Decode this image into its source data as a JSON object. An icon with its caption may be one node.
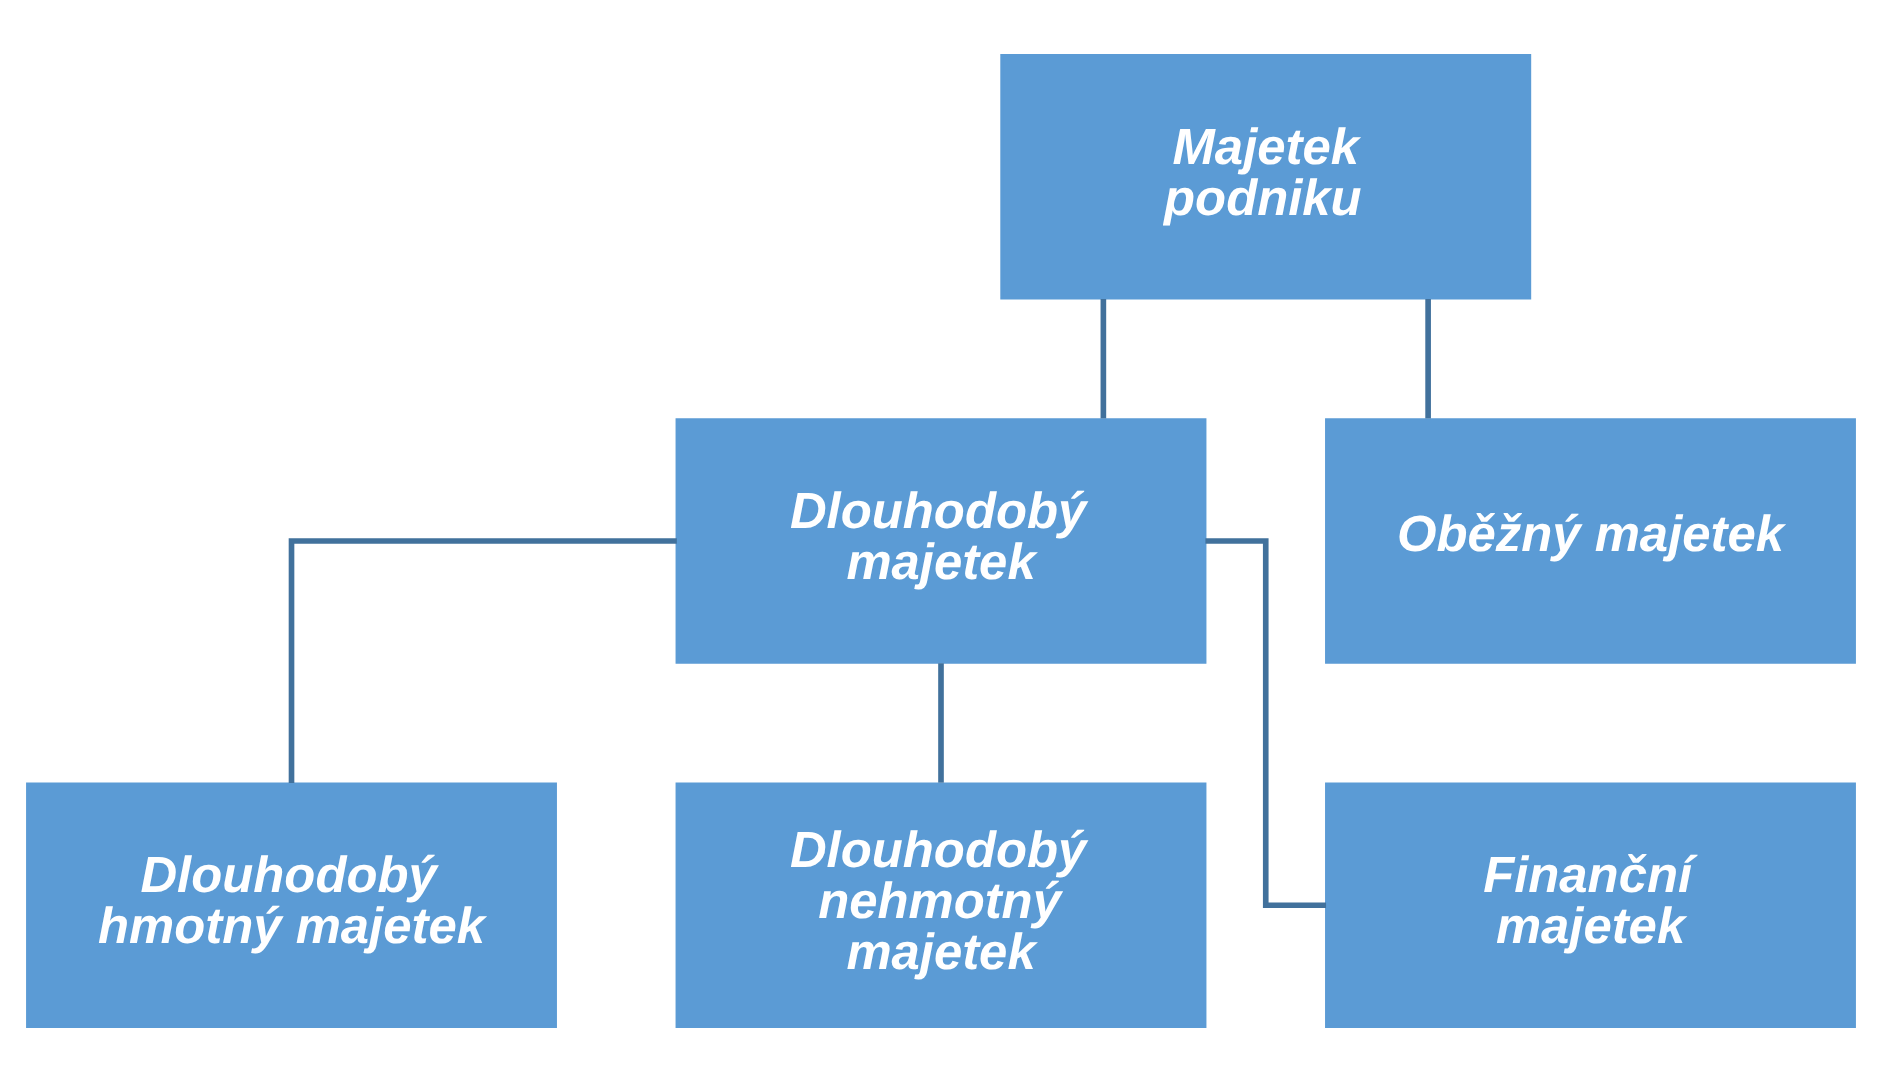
{
  "diagram": {
    "nodes": [
      {
        "text": [
          "Majetek podniku"
        ]
      },
      {
        "text": [
          "Dlouhodobý majetek"
        ]
      },
      {
        "text": [
          "Oběžný majetek"
        ]
      },
      {
        "text": [
          "Dlouhodobý hmotný majetek"
        ]
      },
      {
        "text": [
          "Dlouhodobý nehmotný majetek"
        ]
      },
      {
        "text": [
          "Finanční majetek"
        ]
      }
    ],
    "edges": [
      {
        "from": 0,
        "to": 1,
        "arrow": "none"
      },
      {
        "from": 0,
        "to": 2,
        "arrow": "none"
      },
      {
        "from": 1,
        "to": 3,
        "arrow": "none"
      },
      {
        "from": 1,
        "to": 4,
        "arrow": "none"
      },
      {
        "from": 1,
        "to": 5,
        "arrow": "none"
      }
    ]
  }
}
